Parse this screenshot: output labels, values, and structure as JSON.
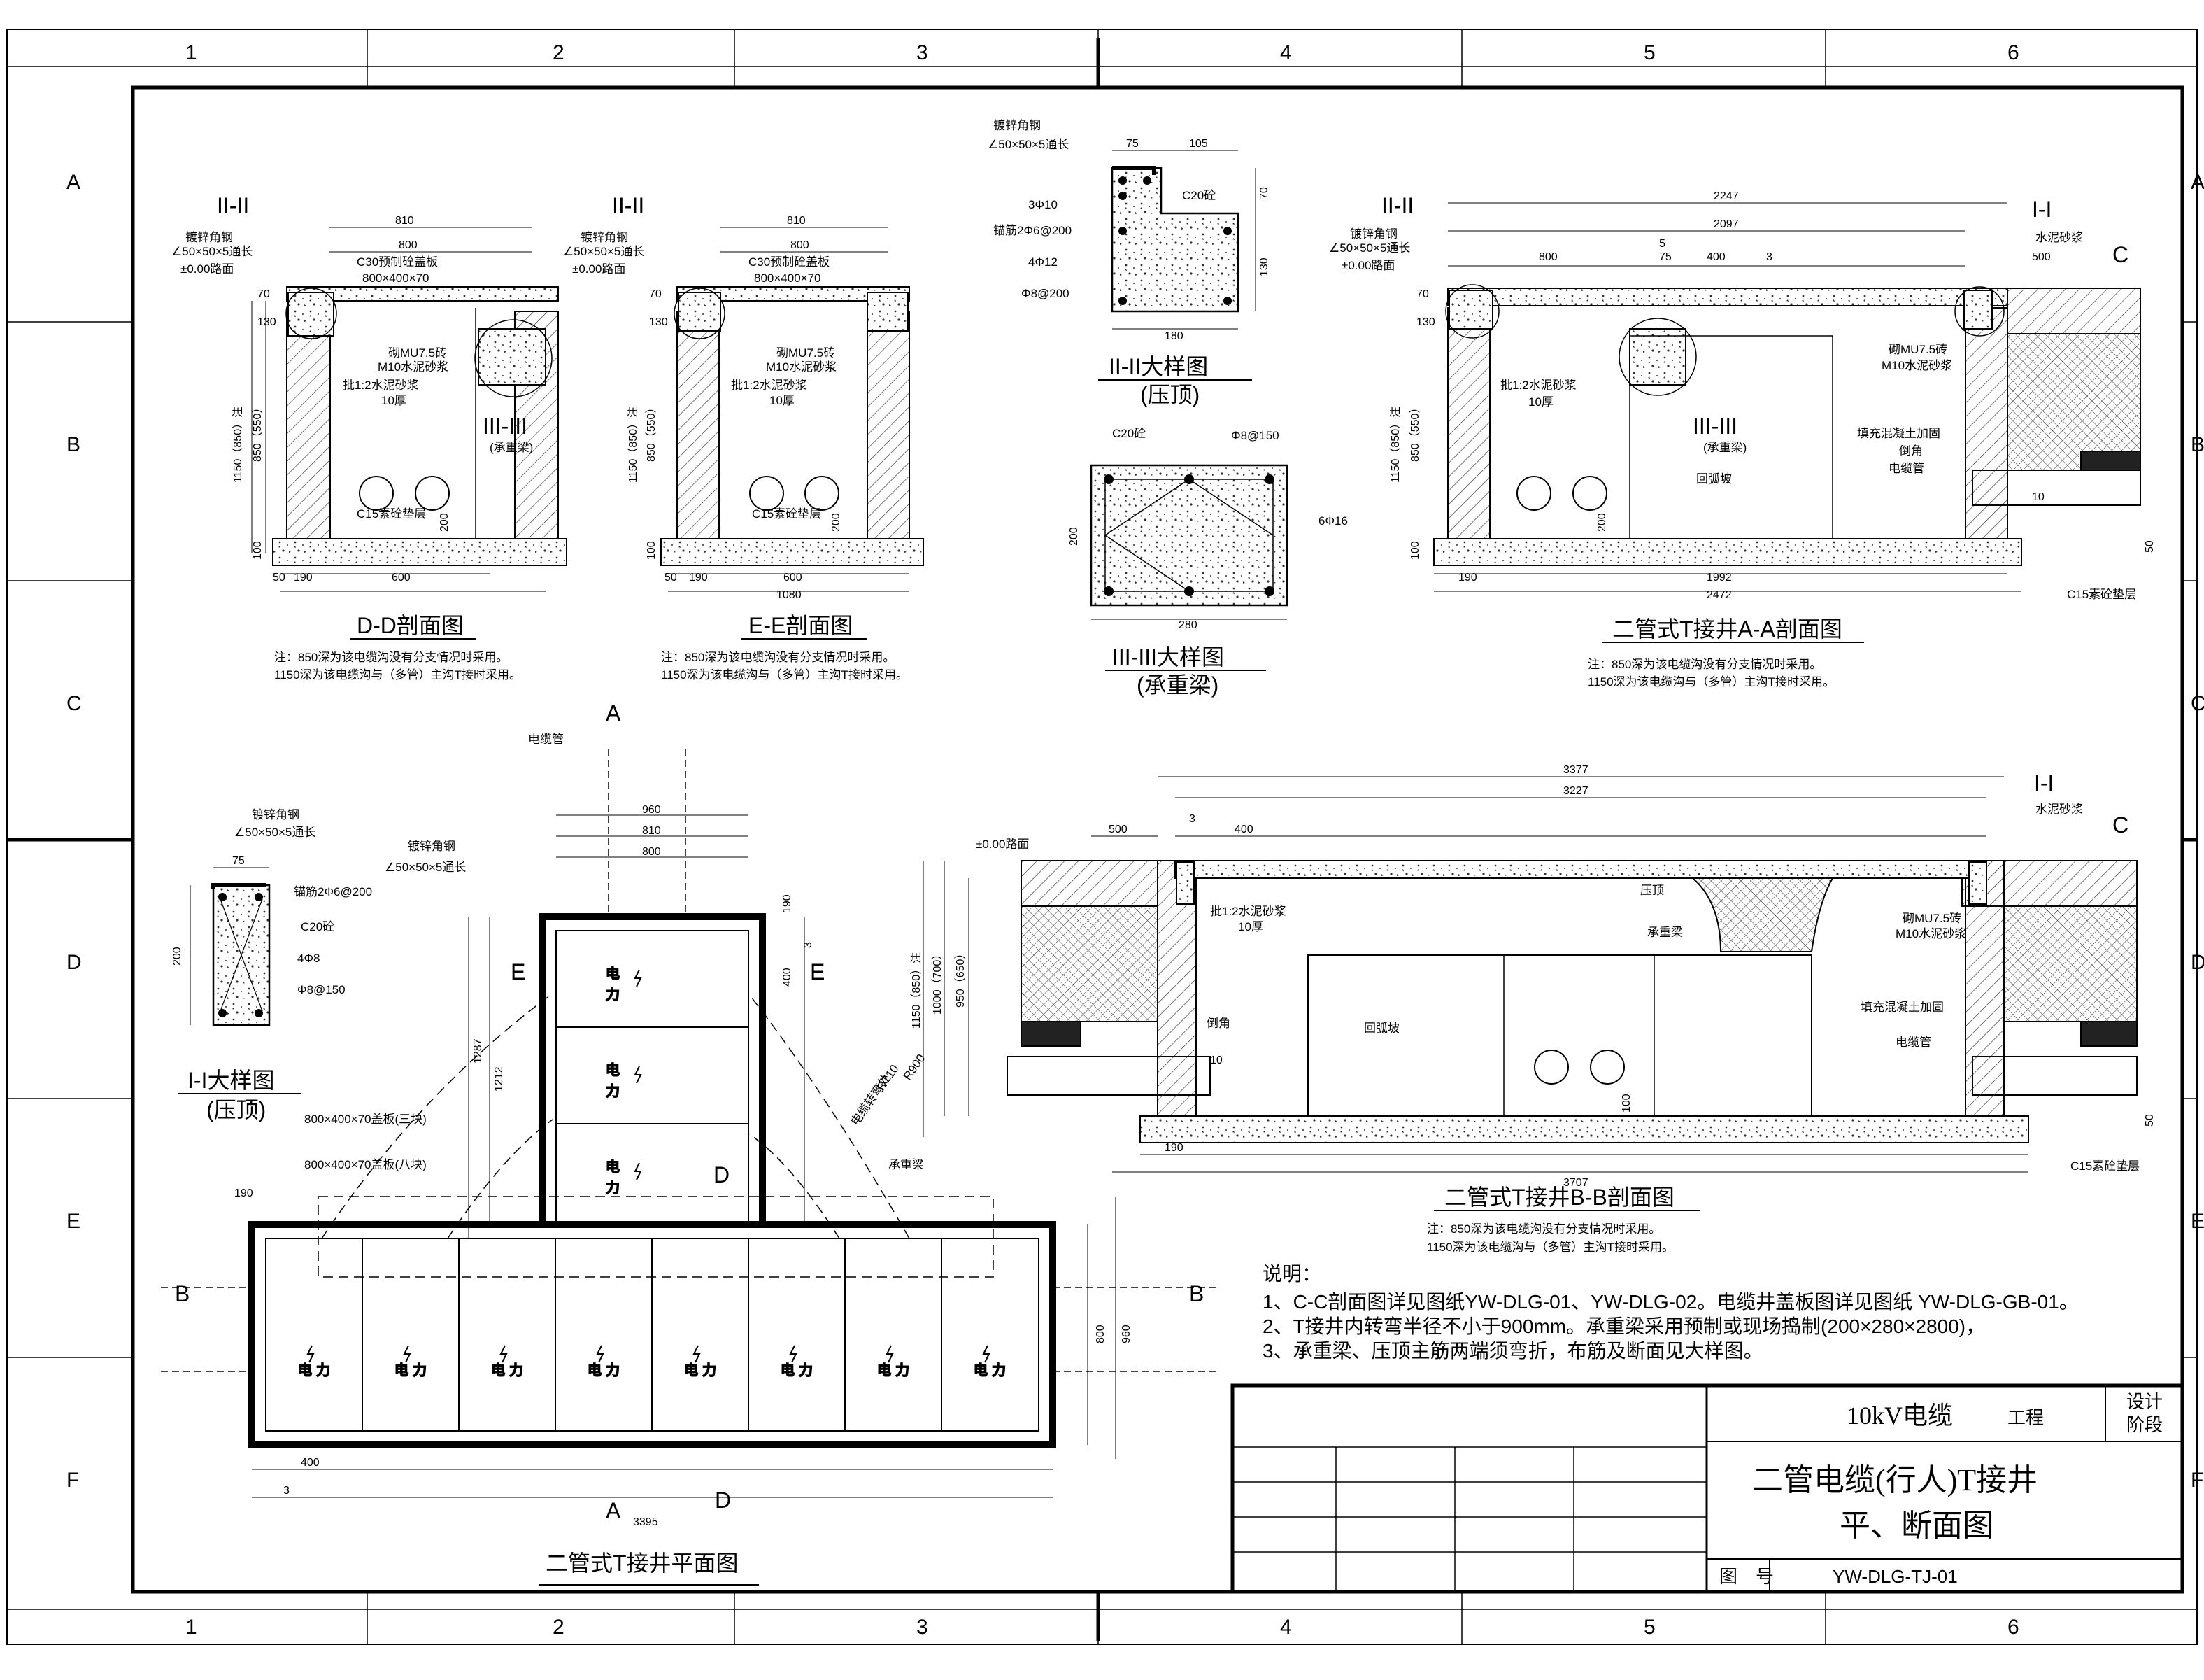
{
  "grid": {
    "columns": [
      "1",
      "2",
      "3",
      "4",
      "5",
      "6"
    ],
    "rows": [
      "A",
      "B",
      "C",
      "D",
      "E",
      "F"
    ]
  },
  "colors": {
    "line": "#000000",
    "concrete": "#9a9a9a",
    "hatch": "#444444",
    "paper": "#ffffff"
  },
  "sections": {
    "dd": {
      "title": "D-D剖面图",
      "marker": "II-II",
      "labels": [
        "镀锌角钢",
        "∠50×50×5通长",
        "±0.00路面",
        "C30预制砼盖板",
        "800×400×70",
        "砌MU7.5砖",
        "M10水泥砂浆",
        "批1:2水泥砂浆",
        "10厚",
        "III-III",
        "(承重梁)",
        "C15素砼垫层"
      ],
      "dims": [
        "810",
        "800",
        "70",
        "130",
        "1150（850）注",
        "850（550）",
        "200",
        "100",
        "50",
        "190",
        "600"
      ],
      "note1": "注：850深为该电缆沟没有分支情况时采用。",
      "note2": "1150深为该电缆沟与（多管）主沟T接时采用。"
    },
    "ee": {
      "title": "E-E剖面图",
      "marker": "II-II",
      "labels": [
        "镀锌角钢",
        "∠50×50×5通长",
        "±0.00路面",
        "C30预制砼盖板",
        "800×400×70",
        "砌MU7.5砖",
        "M10水泥砂浆",
        "批1:2水泥砂浆",
        "10厚",
        "C15素砼垫层"
      ],
      "dims": [
        "810",
        "800",
        "70",
        "130",
        "1150（850）注",
        "850（550）",
        "200",
        "100",
        "50",
        "190",
        "600",
        "1080"
      ],
      "note1": "注：850深为该电缆沟没有分支情况时采用。",
      "note2": "1150深为该电缆沟与（多管）主沟T接时采用。"
    },
    "detail2": {
      "title": "II-II大样图",
      "sub": "(压顶)",
      "labels": [
        "镀锌角钢",
        "∠50×50×5通长",
        "C20砼",
        "3Φ10",
        "锚筋2Φ6@200",
        "4Φ12",
        "Φ8@200"
      ],
      "dims": [
        "75",
        "105",
        "70",
        "130",
        "180"
      ]
    },
    "detail3": {
      "title": "III-III大样图",
      "sub": "(承重梁)",
      "labels": [
        "C20砼",
        "Φ8@150",
        "6Φ16"
      ],
      "dims": [
        "200",
        "280"
      ]
    },
    "aa": {
      "title": "二管式T接井A-A剖面图",
      "markerLeft": "II-II",
      "markerRight": "I-I",
      "labels": [
        "镀锌角钢",
        "∠50×50×5通长",
        "±0.00路面",
        "水泥砂浆",
        "砌MU7.5砖",
        "M10水泥砂浆",
        "批1:2水泥砂浆",
        "10厚",
        "III-III",
        "(承重梁)",
        "填充混凝土加固",
        "倒角",
        "电缆管",
        "回弧坡",
        "C15素砼垫层",
        "C"
      ],
      "dims": [
        "2247",
        "2097",
        "800",
        "75",
        "5",
        "3",
        "400",
        "500",
        "70",
        "130",
        "1150（850）注",
        "850（550）",
        "200",
        "100",
        "10",
        "50",
        "190",
        "1992",
        "2472"
      ],
      "note1": "注：850深为该电缆沟没有分支情况时采用。",
      "note2": "1150深为该电缆沟与（多管）主沟T接时采用。"
    },
    "detail1": {
      "title": "I-I大样图",
      "sub": "(压顶)",
      "labels": [
        "镀锌角钢",
        "∠50×50×5通长",
        "锚筋2Φ6@200",
        "C20砼",
        "4Φ8",
        "Φ8@150"
      ],
      "dims": [
        "75",
        "200"
      ]
    },
    "plan": {
      "title": "二管式T接井平面图",
      "labels": [
        "电缆管",
        "镀锌角钢",
        "∠50×50×5通长",
        "800×400×70盖板(三块)",
        "800×400×70盖板(八块)",
        "承重梁",
        "R710",
        "R900",
        "电缆转弯处"
      ],
      "dims": [
        "960",
        "810",
        "800",
        "190",
        "3",
        "400",
        "1212",
        "1287",
        "190",
        "800",
        "960",
        "400",
        "3",
        "3395"
      ],
      "cover": [
        "电",
        "力"
      ],
      "sectionMarks": [
        "A",
        "B",
        "D",
        "E"
      ]
    },
    "bb": {
      "title": "二管式T接井B-B剖面图",
      "markerRight": "I-I",
      "labels": [
        "±0.00路面",
        "水泥砂浆",
        "批1:2水泥砂浆",
        "10厚",
        "压顶",
        "承重梁",
        "砌MU7.5砖",
        "M10水泥砂浆",
        "回弧坡",
        "填充混凝土加固",
        "电缆管",
        "倒角",
        "C15素砼垫层",
        "C"
      ],
      "dims": [
        "3377",
        "3227",
        "500",
        "3",
        "400",
        "1150（850）注",
        "1000（700）",
        "950（650）",
        "10",
        "100",
        "50",
        "190",
        "3707"
      ],
      "note1": "注：850深为该电缆沟没有分支情况时采用。",
      "note2": "1150深为该电缆沟与（多管）主沟T接时采用。"
    }
  },
  "notes": {
    "heading": "说明：",
    "items": [
      "1、C-C剖面图详见图纸YW-DLG-01、YW-DLG-02。电缆井盖板图详见图纸 YW-DLG-GB-01。",
      "2、T接井内转弯半径不小于900mm。承重梁采用预制或现场捣制(200×280×2800)，",
      "3、承重梁、压顶主筋两端须弯折，布筋及断面见大样图。"
    ]
  },
  "titleblock": {
    "project": "10kV电缆",
    "project_suffix": "工程",
    "stage1": "设计",
    "stage2": "阶段",
    "drawing_title1": "二管电缆(行人)T接井",
    "drawing_title2": "平、断面图",
    "drawing_no_label": "图　号",
    "drawing_no": "YW-DLG-TJ-01"
  }
}
